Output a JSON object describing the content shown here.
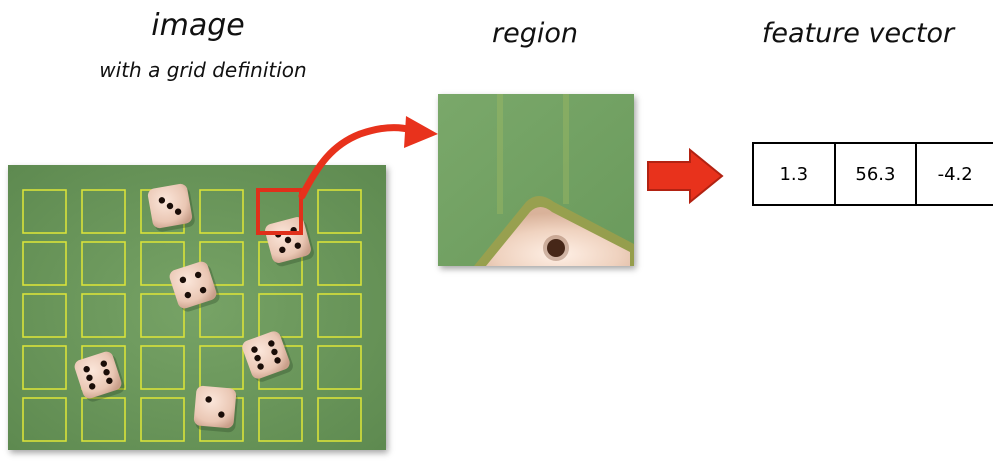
{
  "labels": {
    "image_title": "image",
    "image_subtitle": "with a grid definition",
    "region_title": "region",
    "feature_title": "feature vector"
  },
  "feature_vector": [
    "1.3",
    "56.3",
    "-4.2"
  ],
  "colors": {
    "board_green": "#6f9a5f",
    "grid_yellow": "#d8e23a",
    "highlight_red": "#e0301a",
    "arrow_red": "#e8321c",
    "die_face": "#f2d6c8",
    "pip": "#1a0d08"
  },
  "icons": {
    "curved_arrow": "curved-arrow-icon",
    "block_arrow": "block-arrow-icon"
  }
}
